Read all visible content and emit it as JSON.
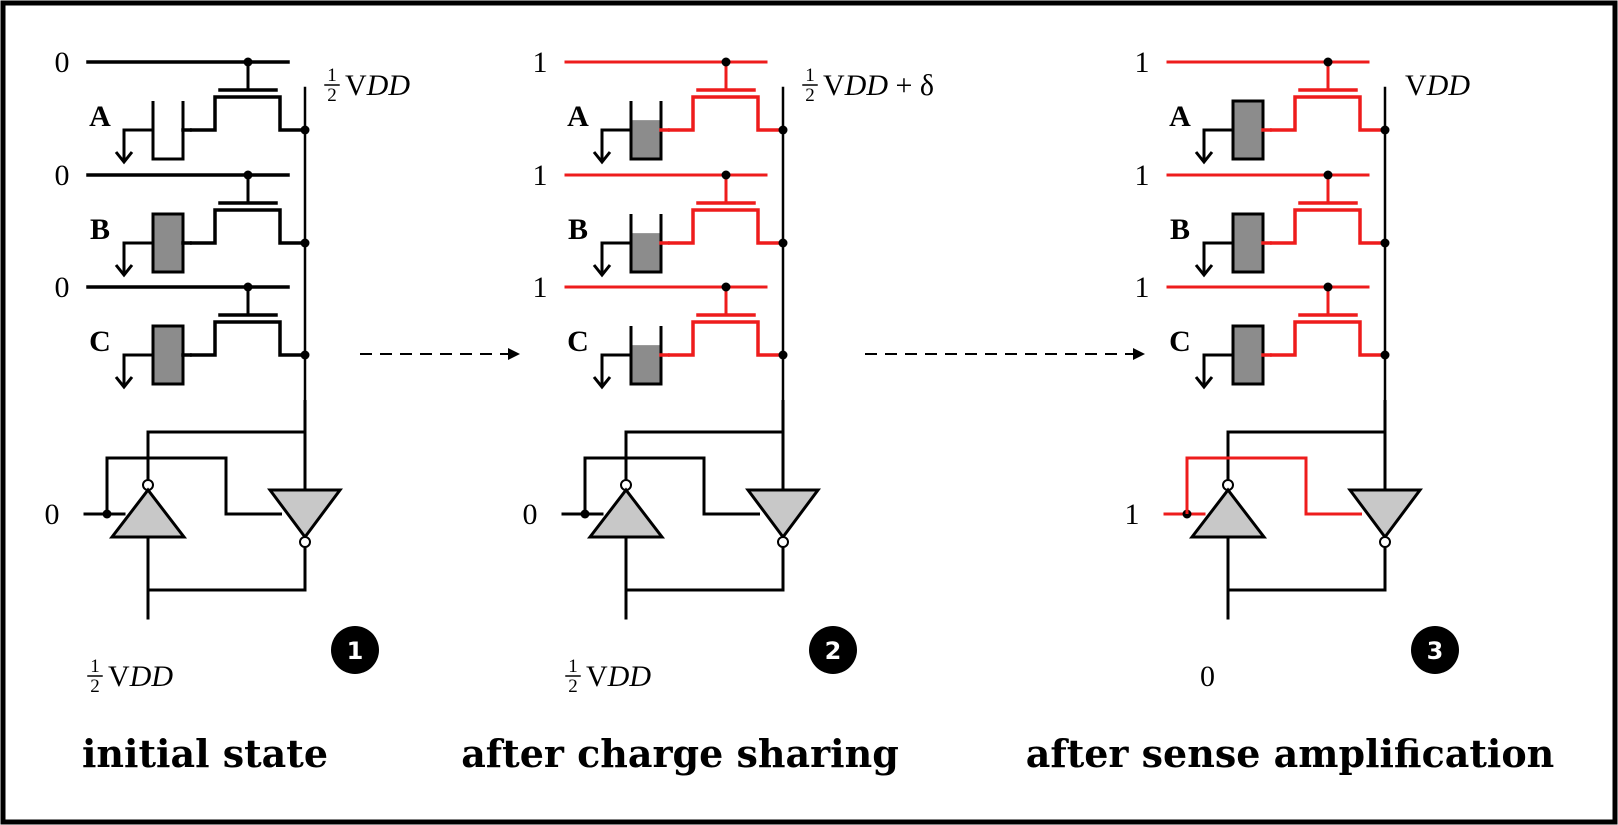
{
  "panels": [
    {
      "caption": "initial state",
      "badge": "1",
      "wordline_values": [
        "0",
        "0",
        "0"
      ],
      "cell_labels": [
        "A",
        "B",
        "C"
      ],
      "bitline_label": {
        "frac": "1/2",
        "main": "V",
        "sub": "DD",
        "suffix": ""
      },
      "enable_input_label": "0",
      "bottom_label": {
        "frac": "1/2",
        "main": "V",
        "sub": "DD"
      },
      "cell_fill_levels": [
        0,
        1,
        1
      ],
      "wordlines_active": false,
      "feedback_active": false
    },
    {
      "caption": "after charge sharing",
      "badge": "2",
      "wordline_values": [
        "1",
        "1",
        "1"
      ],
      "cell_labels": [
        "A",
        "B",
        "C"
      ],
      "bitline_label": {
        "frac": "1/2",
        "main": "V",
        "sub": "DD",
        "suffix": " + δ"
      },
      "enable_input_label": "0",
      "bottom_label": {
        "frac": "1/2",
        "main": "V",
        "sub": "DD"
      },
      "cell_fill_levels": [
        0.67,
        0.67,
        0.67
      ],
      "wordlines_active": true,
      "feedback_active": false
    },
    {
      "caption": "after sense amplification",
      "badge": "3",
      "wordline_values": [
        "1",
        "1",
        "1"
      ],
      "cell_labels": [
        "A",
        "B",
        "C"
      ],
      "bitline_label": {
        "frac": "",
        "main": "V",
        "sub": "DD",
        "suffix": ""
      },
      "enable_input_label": "1",
      "bottom_label": {
        "frac": "",
        "main": "0",
        "sub": ""
      },
      "cell_fill_levels": [
        1,
        1,
        1
      ],
      "wordlines_active": true,
      "feedback_active": true
    }
  ],
  "colors": {
    "active": "#ee1c1c",
    "wire": "#000000",
    "cell_fill": "#8c8c8c",
    "triangle": "#c8c8c8",
    "frame": "#000000"
  }
}
